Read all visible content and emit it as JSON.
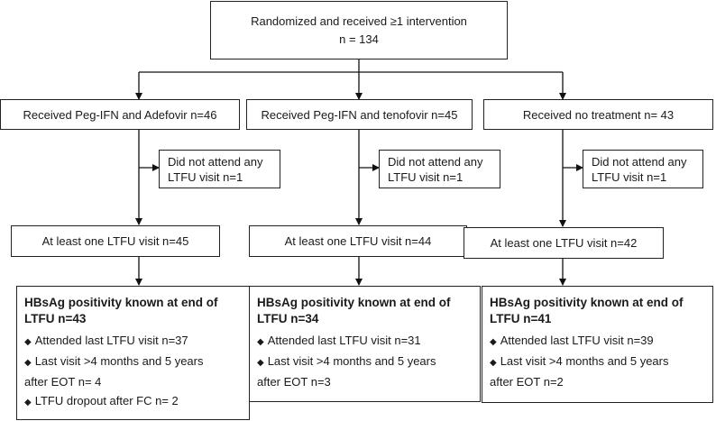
{
  "top": {
    "line1": "Randomized and received ≥1 intervention",
    "line2": "n = 134"
  },
  "arms": [
    {
      "received": "Received Peg-IFN and Adefovir n=46",
      "excluded": {
        "line1": "Did not attend any",
        "line2": "LTFU visit n=1"
      },
      "ltfu": "At least one LTFU visit n=45",
      "detail": {
        "heading1": "HBsAg positivity known at end of",
        "heading2": "LTFU n=43",
        "bullets": [
          {
            "lines": [
              "Attended last LTFU visit n=37"
            ]
          },
          {
            "lines": [
              "Last visit >4 months and 5 years",
              "after EOT n= 4"
            ]
          },
          {
            "lines": [
              "LTFU dropout after FC n= 2"
            ]
          }
        ]
      }
    },
    {
      "received": "Received Peg-IFN and tenofovir n=45",
      "excluded": {
        "line1": "Did not attend any",
        "line2": "LTFU visit n=1"
      },
      "ltfu": "At least one LTFU visit n=44",
      "detail": {
        "heading1": "HBsAg positivity known at end of",
        "heading2": "LTFU n=34",
        "bullets": [
          {
            "lines": [
              "Attended last LTFU visit n=31"
            ]
          },
          {
            "lines": [
              "Last visit >4 months and 5 years",
              "after EOT n=3"
            ]
          }
        ]
      }
    },
    {
      "received": "Received no treatment n= 43",
      "excluded": {
        "line1": "Did not attend any",
        "line2": "LTFU visit n=1"
      },
      "ltfu": "At least one LTFU visit n=42",
      "detail": {
        "heading1": "HBsAg positivity known at end of",
        "heading2": "LTFU n=41",
        "bullets": [
          {
            "lines": [
              "Attended last LTFU visit n=39"
            ]
          },
          {
            "lines": [
              "Last visit >4 months and 5 years",
              "after EOT n=2"
            ]
          }
        ]
      }
    }
  ]
}
